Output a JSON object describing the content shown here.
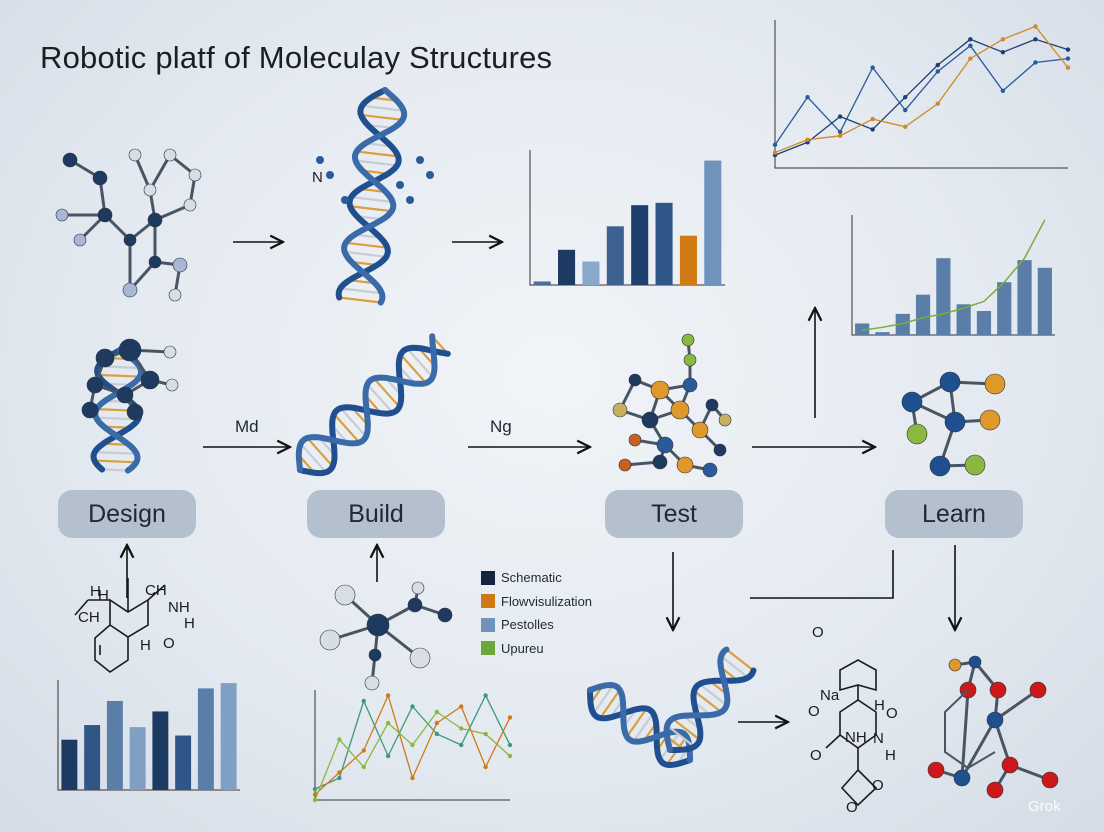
{
  "title": "Robotic platf of Moleculay Structures",
  "stages": {
    "design": "Design",
    "build": "Build",
    "test": "Test",
    "learn": "Learn"
  },
  "arrow_labels": {
    "md": "Md",
    "ng": "Ng"
  },
  "legend": [
    {
      "label": "Schematic",
      "color": "#14263d"
    },
    {
      "label": "Flowvisulization",
      "color": "#d07a14"
    },
    {
      "label": "Pestolles",
      "color": "#6f93bb"
    },
    {
      "label": "Upureu",
      "color": "#6fa83a"
    }
  ],
  "chemistry": {
    "design_structure": [
      "H",
      "H",
      "CH",
      "CH",
      "NH",
      "H",
      "H",
      "O"
    ],
    "bottom_structure": [
      "O",
      "Na",
      "O",
      "H",
      "O",
      "NH",
      "N",
      "H",
      "O",
      "O",
      "O"
    ]
  },
  "charts": {
    "top_bar": {
      "type": "bar",
      "values": [
        3,
        30,
        20,
        50,
        68,
        70,
        42,
        106
      ],
      "highlight_index": 6
    },
    "top_right_line": {
      "type": "line",
      "series": [
        {
          "color": "#2a5a9a",
          "values": [
            18,
            55,
            28,
            78,
            45,
            75,
            95,
            60,
            82,
            85
          ]
        },
        {
          "color": "#1e3f75",
          "values": [
            10,
            20,
            40,
            30,
            55,
            80,
            100,
            90,
            100,
            92
          ]
        },
        {
          "color": "#d08a2a",
          "values": [
            12,
            22,
            25,
            38,
            32,
            50,
            85,
            100,
            110,
            78
          ]
        }
      ]
    },
    "right_bar_line": {
      "type": "bar",
      "values": [
        12,
        3,
        22,
        42,
        80,
        32,
        25,
        55,
        78,
        70
      ],
      "trend": [
        5,
        8,
        12,
        18,
        22,
        28,
        35,
        55,
        80,
        120
      ]
    },
    "bottom_left_bar": {
      "type": "bar",
      "values": [
        48,
        62,
        85,
        60,
        75,
        52,
        97,
        102
      ]
    },
    "bottom_mid_line": {
      "type": "line",
      "series": [
        {
          "color": "#3a9a7a",
          "values": [
            10,
            20,
            90,
            40,
            85,
            60,
            50,
            95,
            50
          ]
        },
        {
          "color": "#d07a14",
          "values": [
            5,
            25,
            45,
            95,
            20,
            70,
            85,
            30,
            75
          ]
        },
        {
          "color": "#8ab840",
          "values": [
            0,
            55,
            30,
            70,
            50,
            80,
            65,
            60,
            40
          ]
        }
      ]
    }
  },
  "watermark": "Grok"
}
